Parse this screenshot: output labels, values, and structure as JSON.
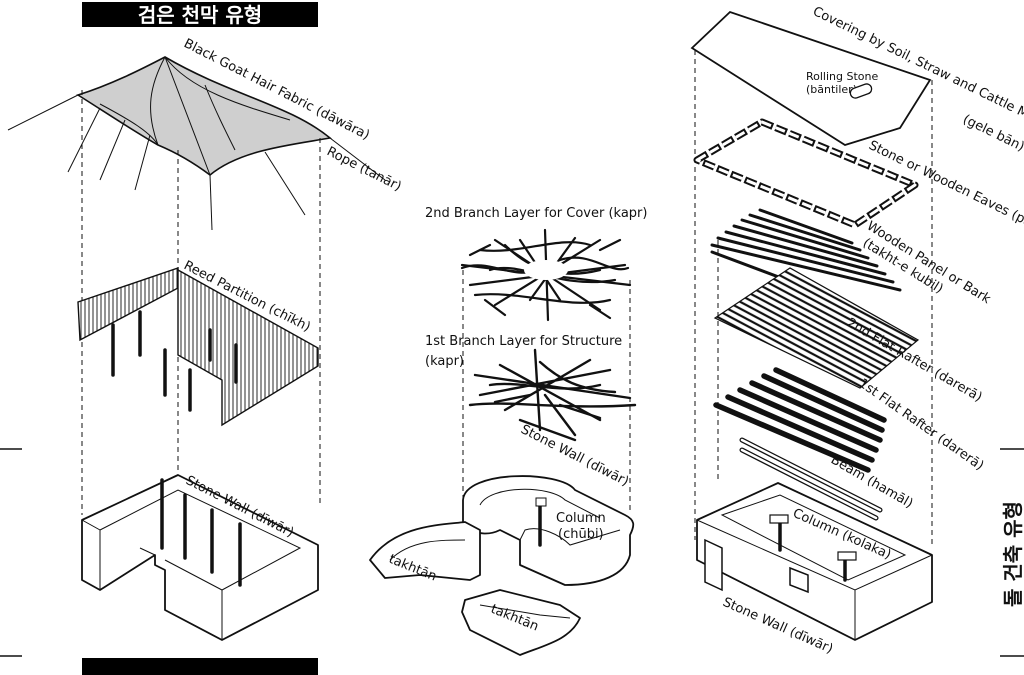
{
  "header": {
    "title": "검은 천막 유형"
  },
  "side_title": "돌 건축 유형",
  "tent": {
    "fabric": "Black Goat Hair Fabric (dāwāra)",
    "rope": "Rope (tanār)",
    "reed": "Reed Partition (chīkh)",
    "wall": "Stone Wall (dīwār)"
  },
  "branch": {
    "cover_label": "2nd Branch Layer for Cover (kapr)",
    "struct_label_1": "1st Branch  Layer for Structure",
    "struct_label_2": "(kapr)",
    "wall": "Stone Wall (dīwār)",
    "column_1": "Column",
    "column_2": "(chūbi)",
    "takhtan_1": "takhtān",
    "takhtan_2": "takhtān"
  },
  "stone": {
    "covering_1": "Covering by Soil, Straw and Cattle Manure",
    "covering_2": "(gele bān)",
    "rolling_1": "Rolling Stone",
    "rolling_2": "(bāntiler)",
    "eaves": "Stone or Wooden Eaves (pāsār)",
    "panel_1": "Wooden Panel or Bark",
    "panel_2": "(takht-e kubil)",
    "rafter2": "2nd Flat Rafter (darerā)",
    "rafter1": "1st Flat Rafter (darerā)",
    "beam": "Beam (hamāl)",
    "column": "Column (kolaka)",
    "wall": "Stone Wall (dīwār)"
  }
}
